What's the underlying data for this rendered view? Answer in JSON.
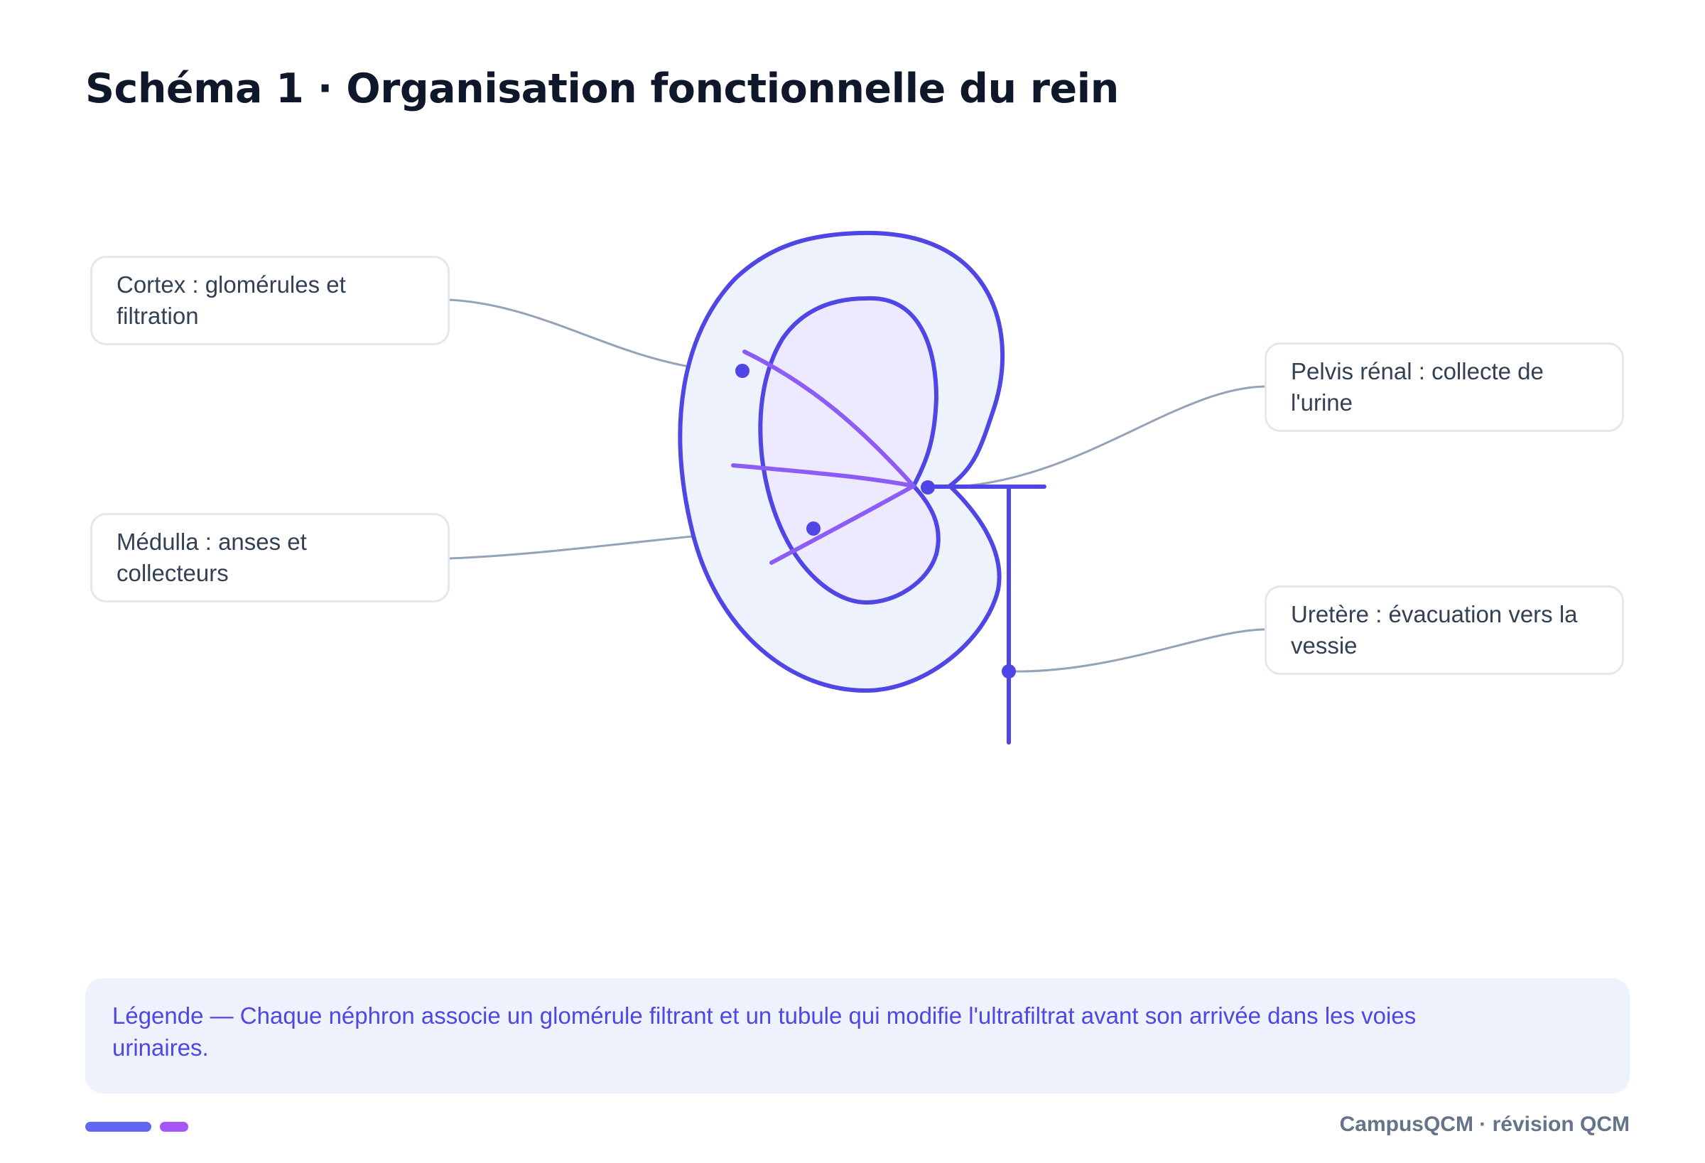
{
  "title": "Schéma 1 · Organisation fonctionnelle du rein",
  "labels": {
    "cortex": "Cortex : glomérules et filtration",
    "medulla": "Médulla : anses et collecteurs",
    "pelvis": "Pelvis rénal : collecte de l'urine",
    "uretere": "Uretère : évacuation vers la vessie"
  },
  "legend": "Légende — Chaque néphron associe un glomérule filtrant et un tubule qui modifie l'ultrafiltrat avant son arrivée dans les voies urinaires.",
  "footer": "CampusQCM · révision QCM",
  "colors": {
    "outline": "#4f46e5",
    "cortex_fill": "#eef2fd",
    "medulla_fill": "#ede9fe",
    "nephron_lines": "#8b5cf6",
    "leader_lines": "#94a3b8",
    "accent_purple": "#a855f7"
  }
}
